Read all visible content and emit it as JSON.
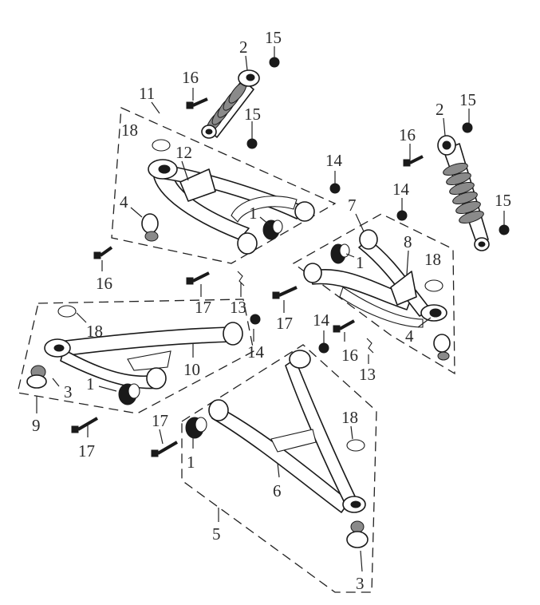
{
  "labels": {
    "l1a": "1",
    "l1b": "1",
    "l1c": "1",
    "l1d": "1",
    "l2a": "2",
    "l2b": "2",
    "l3a": "3",
    "l3b": "3",
    "l4a": "4",
    "l4b": "4",
    "l5": "5",
    "l6": "6",
    "l7": "7",
    "l8": "8",
    "l9": "9",
    "l10": "10",
    "l11": "11",
    "l12": "12",
    "l13a": "13",
    "l13b": "13",
    "l14a": "14",
    "l14b": "14",
    "l14c": "14",
    "l14d": "14",
    "l15a": "15",
    "l15b": "15",
    "l15c": "15",
    "l15d": "15",
    "l16a": "16",
    "l16b": "16",
    "l16c": "16",
    "l17a": "17",
    "l17b": "17",
    "l17c": "17",
    "l17d": "17",
    "l18a": "18",
    "l18b": "18",
    "l18c": "18",
    "l18d": "18"
  }
}
